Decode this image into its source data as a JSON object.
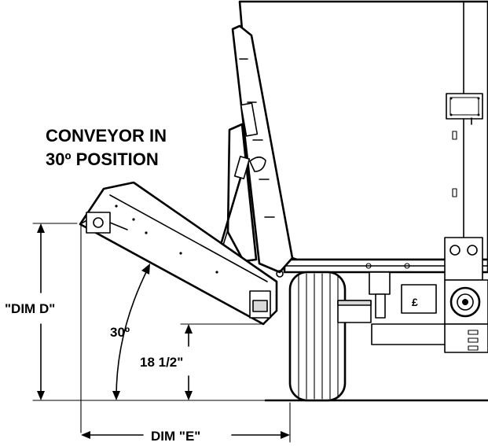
{
  "labels": {
    "title_line1": "CONVEYOR IN",
    "title_line2": "30º POSITION",
    "dim_d": "\"DIM D\"",
    "angle": "30º",
    "height": "18 1/2\"",
    "dim_e": "DIM \"E\""
  },
  "colors": {
    "line": "#000000",
    "background": "#ffffff"
  }
}
